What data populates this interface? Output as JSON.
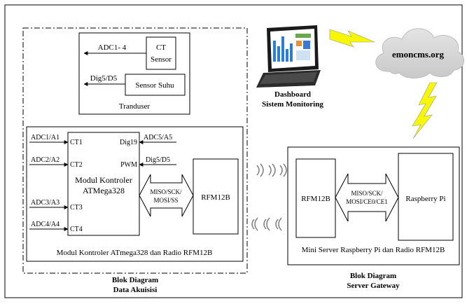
{
  "data_acquisition": {
    "caption_line1": "Blok Diagram",
    "caption_line2": "Data Akuisisi",
    "transducer": {
      "label": "Tranduser",
      "ct_sensor_line1": "CT",
      "ct_sensor_line2": "Sensor",
      "adc_signal": "ADC1- 4",
      "temp_sensor": "Sensor Suhu",
      "dig_signal": "Dig5/D5"
    },
    "controller_module": {
      "footer": "Modul Kontroler ATmega328 dan Radio RFM12B",
      "controller_line1": "Modul Kontroler",
      "controller_line2": "ATMega328",
      "inputs": [
        {
          "signal": "ADC1/A1",
          "pin": "CT1"
        },
        {
          "signal": "ADC2/A2",
          "pin": "CT2"
        },
        {
          "signal": "ADC3/A3",
          "pin": "CT3"
        },
        {
          "signal": "ADC4/A4",
          "pin": "CT4"
        }
      ],
      "right_inputs": [
        {
          "signal": "ADC5/A5",
          "pin": "Dig19"
        },
        {
          "signal": "Dig5/D5",
          "pin": "PWM"
        }
      ],
      "bus_line1": "MISO/SCK/",
      "bus_line2": "MOSI/SS",
      "radio": "RFM12B"
    }
  },
  "dashboard": {
    "line1": "Dashboard",
    "line2": "Sistem Monitoring"
  },
  "cloud": {
    "label": "emoncms.org"
  },
  "gateway": {
    "caption_line1": "Blok Diagram",
    "caption_line2": "Server Gateway",
    "footer": "Mini Server Raspberry Pi dan Radio RFM12B",
    "radio": "RFM12B",
    "bus_line1": "MISO/SCK/",
    "bus_line2": "MOSI/CE0/CE1",
    "server": "Raspberry Pi"
  },
  "colors": {
    "lightning": "#f7f700",
    "cloud_fill": "#d7d7d7",
    "wave": "#777777"
  }
}
